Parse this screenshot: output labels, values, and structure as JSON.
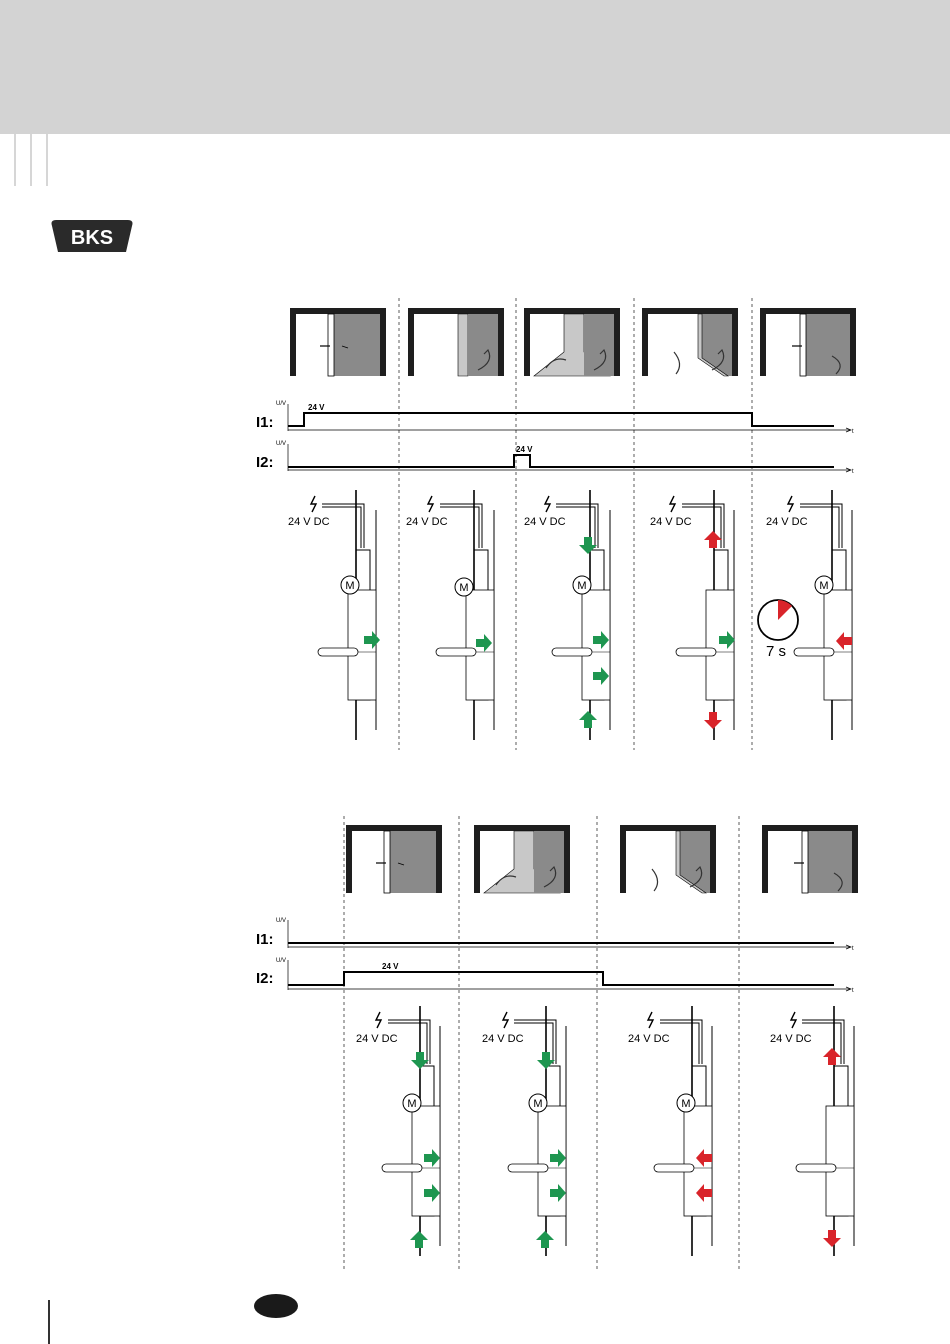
{
  "brand": {
    "logo_text": "BKS"
  },
  "diagram1": {
    "signals": [
      {
        "label": "I1:",
        "level": "24 V",
        "axis": "t",
        "unit": "U/V"
      },
      {
        "label": "I2:",
        "level": "24 V",
        "axis": "t",
        "unit": "U/V"
      }
    ],
    "supply": [
      "24 V DC",
      "24 V DC",
      "24 V DC",
      "24 V DC",
      "24 V DC"
    ],
    "timer": "7 s"
  },
  "diagram2": {
    "signals": [
      {
        "label": "I1:",
        "axis": "t",
        "unit": "U/V"
      },
      {
        "label": "I2:",
        "level": "24 V",
        "axis": "t",
        "unit": "U/V"
      }
    ],
    "supply": [
      "24 V DC",
      "24 V DC",
      "24 V DC",
      "24 V DC"
    ]
  },
  "colors": {
    "green": "#1e9650",
    "red": "#d9242a",
    "door": "#8a8a8a",
    "header": "#d3d3d3"
  }
}
